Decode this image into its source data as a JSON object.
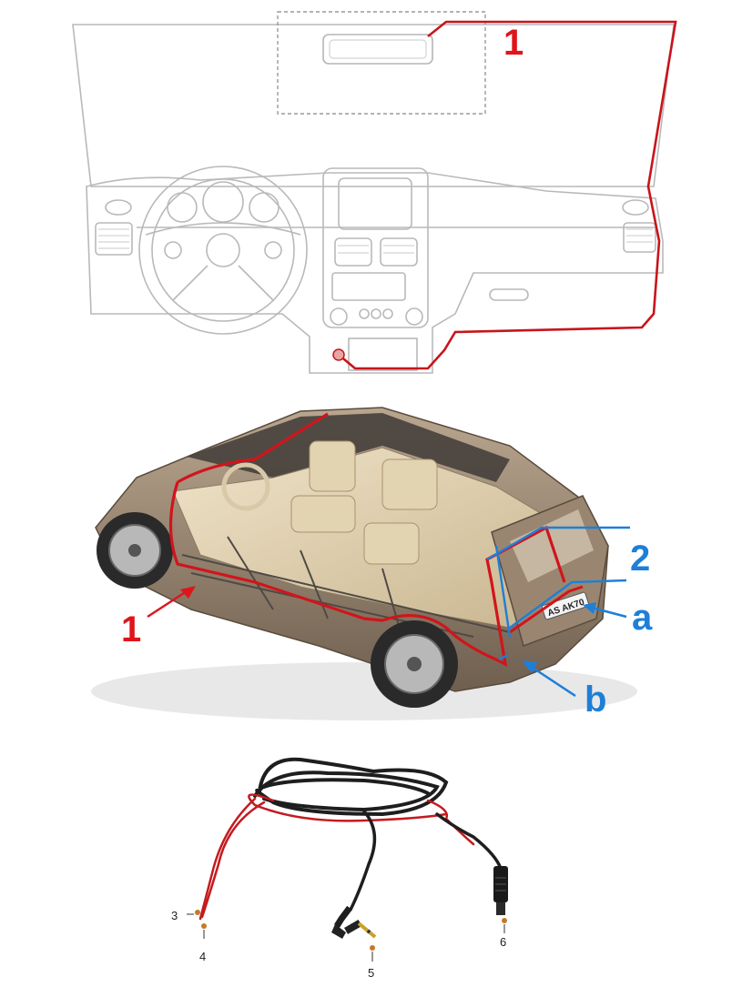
{
  "dashboard": {
    "route_label": "1"
  },
  "car": {
    "route_label_1": "1",
    "route_label_2": "2",
    "point_a": "a",
    "point_b": "b",
    "plate_text": "AS AK70"
  },
  "cable": {
    "labels": [
      "3",
      "4",
      "5",
      "6"
    ]
  },
  "colors": {
    "route_red": "#c8141b",
    "label_red": "#e0141b",
    "label_blue": "#1e7fd8",
    "line_art": "#b9b9b9",
    "car_body": "#8a7762"
  }
}
